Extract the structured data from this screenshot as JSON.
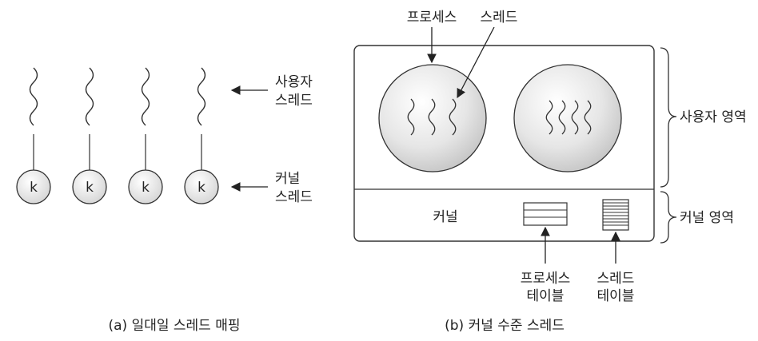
{
  "panel_a": {
    "user_thread_label": [
      "사용자",
      "스레드"
    ],
    "kernel_thread_label": [
      "커널",
      "스레드"
    ],
    "kernel_node_label": "k",
    "caption": "(a) 일대일 스레드 매핑"
  },
  "panel_b": {
    "process_label": "프로세스",
    "thread_label": "스레드",
    "user_area_label": "사용자 영역",
    "kernel_area_label": "커널 영역",
    "kernel_label": "커널",
    "process_table_label": [
      "프로세스",
      "테이블"
    ],
    "thread_table_label": [
      "스레드",
      "테이블"
    ],
    "caption": "(b) 커널 수준 스레드"
  },
  "colors": {
    "stroke": "#333333",
    "text": "#222222",
    "circle_light": "#ffffff",
    "circle_dark": "#bdbdbd"
  }
}
